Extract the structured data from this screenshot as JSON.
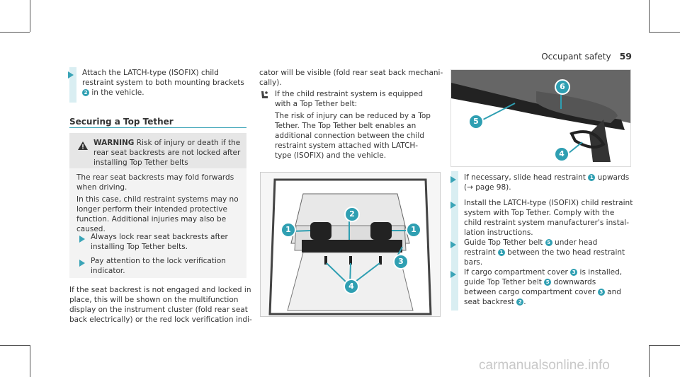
{
  "header": {
    "title": "Occupant safety",
    "page": "59"
  },
  "col1": {
    "step_attach": {
      "line1": "Attach the LATCH-type (ISOFIX) child",
      "line2": "restraint system to both mounting brackets",
      "line3_after": " in the vehicle.",
      "num": "2"
    },
    "section_title": "Securing a Top Tether",
    "warning": {
      "label": "WARNING",
      "head1": " Risk of injury or death if the",
      "head2": "rear seat backrests are not locked after",
      "head3": "installing Top Tether belts",
      "body1": [
        "The rear seat backrests may fold forwards",
        "when driving."
      ],
      "body2": [
        "In this case, child restraint systems may no",
        "longer perform their intended protective",
        "function. Additional injuries may also be",
        "caused."
      ],
      "bullet1": [
        "Always lock rear seat backrests after",
        "installing Top Tether belts."
      ],
      "bullet2": [
        "Pay attention to the lock verification",
        "indicator."
      ]
    },
    "closing": [
      "If the seat backrest is not engaged and locked in",
      "place, this will be shown on the multifunction",
      "display on the instrument cluster (fold rear seat",
      "back electrically) or the red lock verification indi-"
    ]
  },
  "col2": {
    "continuation": [
      "cator will be visible (fold rear seat back mechani-",
      "cally)."
    ],
    "note": {
      "line1": "If the child restraint system is equipped",
      "line2": "with a Top Tether belt:",
      "body": [
        "The risk of injury can be reduced by a Top",
        "Tether. The Top Tether belt enables an",
        "additional connection between the child",
        "restraint system attached with LATCH-",
        "type (ISOFIX) and the vehicle."
      ]
    },
    "image_callouts": {
      "c1": "1",
      "c2": "2",
      "c3": "3",
      "c4": "4"
    }
  },
  "col3": {
    "image_callouts": {
      "c4": "4",
      "c5": "5",
      "c6": "6"
    },
    "steps": [
      {
        "a": "If necessary, slide head restraint ",
        "n": "1",
        "b": " upwards",
        "c": "(→ page 98)."
      },
      {
        "lines": [
          "Install the LATCH-type (ISOFIX) child restraint",
          "system with Top Tether. Comply with the",
          "child restraint system manufacturer's instal-",
          "lation instructions."
        ]
      },
      {
        "a": "Guide Top Tether belt ",
        "n": "5",
        "b": " under head",
        "c1": "restraint ",
        "n2": "1",
        "c2": " between the two head restraint",
        "d": "bars."
      },
      {
        "a": "If cargo compartment cover ",
        "n": "3",
        "b": " is installed,",
        "c1": "guide Top Tether belt ",
        "n2": "5",
        "c2": " downwards",
        "d1": "between cargo compartment cover ",
        "n3": "3",
        "d2": " and",
        "e1": "seat backrest ",
        "n4": "2",
        "e2": "."
      }
    ]
  },
  "watermark": "carmanualsonline.info"
}
